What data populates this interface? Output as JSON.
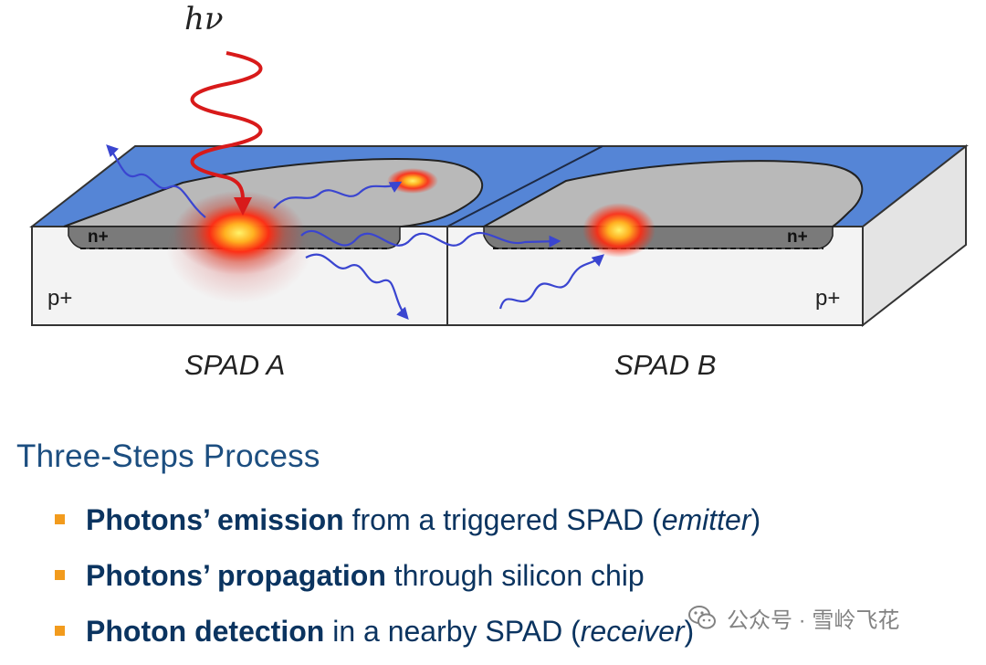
{
  "diagram": {
    "incident_photon": "hν",
    "doping_n": [
      "n+",
      "n+"
    ],
    "substrate": [
      "p+",
      "p+"
    ],
    "spad_labels": [
      "SPAD A",
      "SPAD B"
    ],
    "colors": {
      "top_surface": "#5585d6",
      "active_area": "#b9b9b9",
      "n_layer": "#7a7a7a",
      "block_front": "#f3f3f3",
      "block_side": "#e4e4e4",
      "incident_photon": "#d81a1a",
      "emitted_photons": "#3a45d0"
    }
  },
  "process": {
    "title": "Three-Steps Process",
    "steps": [
      {
        "bold": "Photons’ emission",
        "text": " from a triggered SPAD (",
        "italic": "emitter",
        "end": ")"
      },
      {
        "bold": "Photons’ propagation",
        "text": " through silicon chip",
        "italic": "",
        "end": ""
      },
      {
        "bold": "Photon detection",
        "text": " in a nearby SPAD (",
        "italic": "receiver",
        "end": ")"
      }
    ],
    "bullet_color": "#f29b1d"
  },
  "watermark": {
    "text": "公众号 · 雪岭飞花",
    "icon": "wechat-icon"
  }
}
